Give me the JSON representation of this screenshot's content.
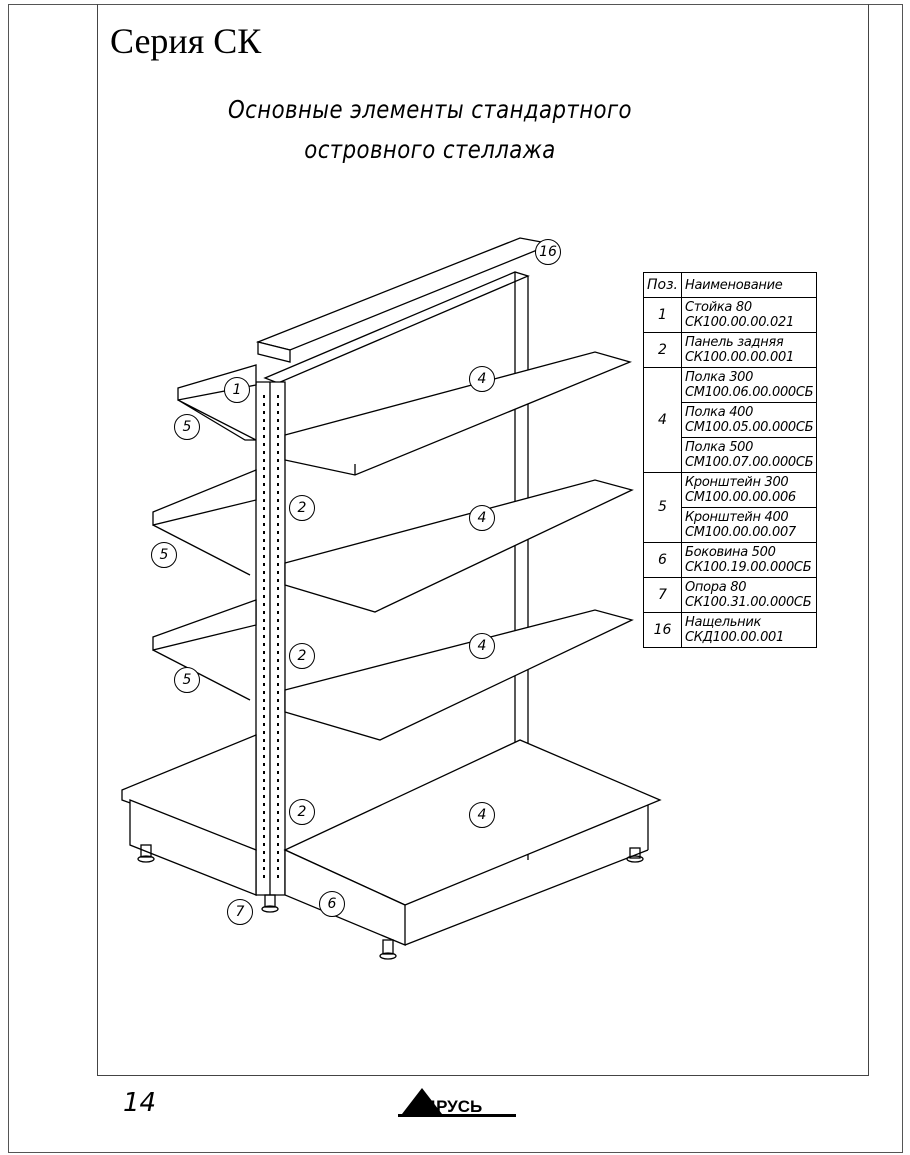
{
  "series_title": "Серия СК",
  "subtitle_line1": "Основные элементы стандартного",
  "subtitle_line2": "островного стеллажа",
  "page_number": "14",
  "logo_text": "ТД РУСЬ",
  "callouts": [
    "16",
    "1",
    "4",
    "5",
    "2",
    "4",
    "5",
    "2",
    "4",
    "5",
    "2",
    "4",
    "7",
    "6"
  ],
  "table": {
    "header_pos": "Поз.",
    "header_name": "Наименование",
    "rows": [
      {
        "pos": "1",
        "items": [
          {
            "name": "Стойка 80",
            "code": "СК100.00.00.021"
          }
        ]
      },
      {
        "pos": "2",
        "items": [
          {
            "name": "Панель задняя",
            "code": "СК100.00.00.001"
          }
        ]
      },
      {
        "pos": "4",
        "items": [
          {
            "name": "Полка 300",
            "code": "СМ100.06.00.000СБ"
          },
          {
            "name": "Полка 400",
            "code": "СМ100.05.00.000СБ"
          },
          {
            "name": "Полка 500",
            "code": "СМ100.07.00.000СБ"
          }
        ]
      },
      {
        "pos": "5",
        "items": [
          {
            "name": "Кронштейн 300",
            "code": "СМ100.00.00.006"
          },
          {
            "name": "Кронштейн 400",
            "code": "СМ100.00.00.007"
          }
        ]
      },
      {
        "pos": "6",
        "items": [
          {
            "name": "Боковина 500",
            "code": "СК100.19.00.000СБ"
          }
        ]
      },
      {
        "pos": "7",
        "items": [
          {
            "name": "Опора 80",
            "code": "СК100.31.00.000СБ"
          }
        ]
      },
      {
        "pos": "16",
        "items": [
          {
            "name": "Нащельник",
            "code": "СКД100.00.001"
          }
        ]
      }
    ]
  }
}
